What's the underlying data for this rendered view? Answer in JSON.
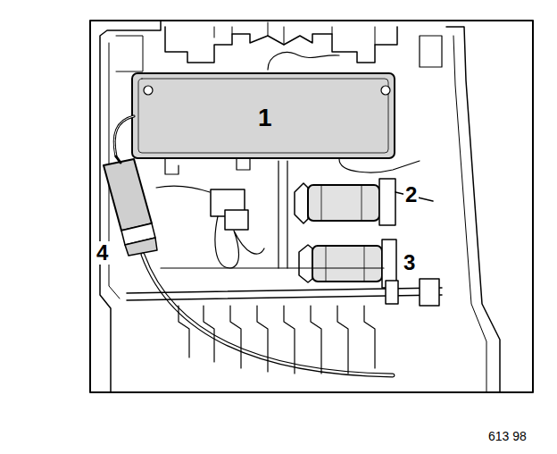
{
  "diagram": {
    "labels": [
      "1",
      "2",
      "3",
      "4",
      "613 98"
    ]
  }
}
